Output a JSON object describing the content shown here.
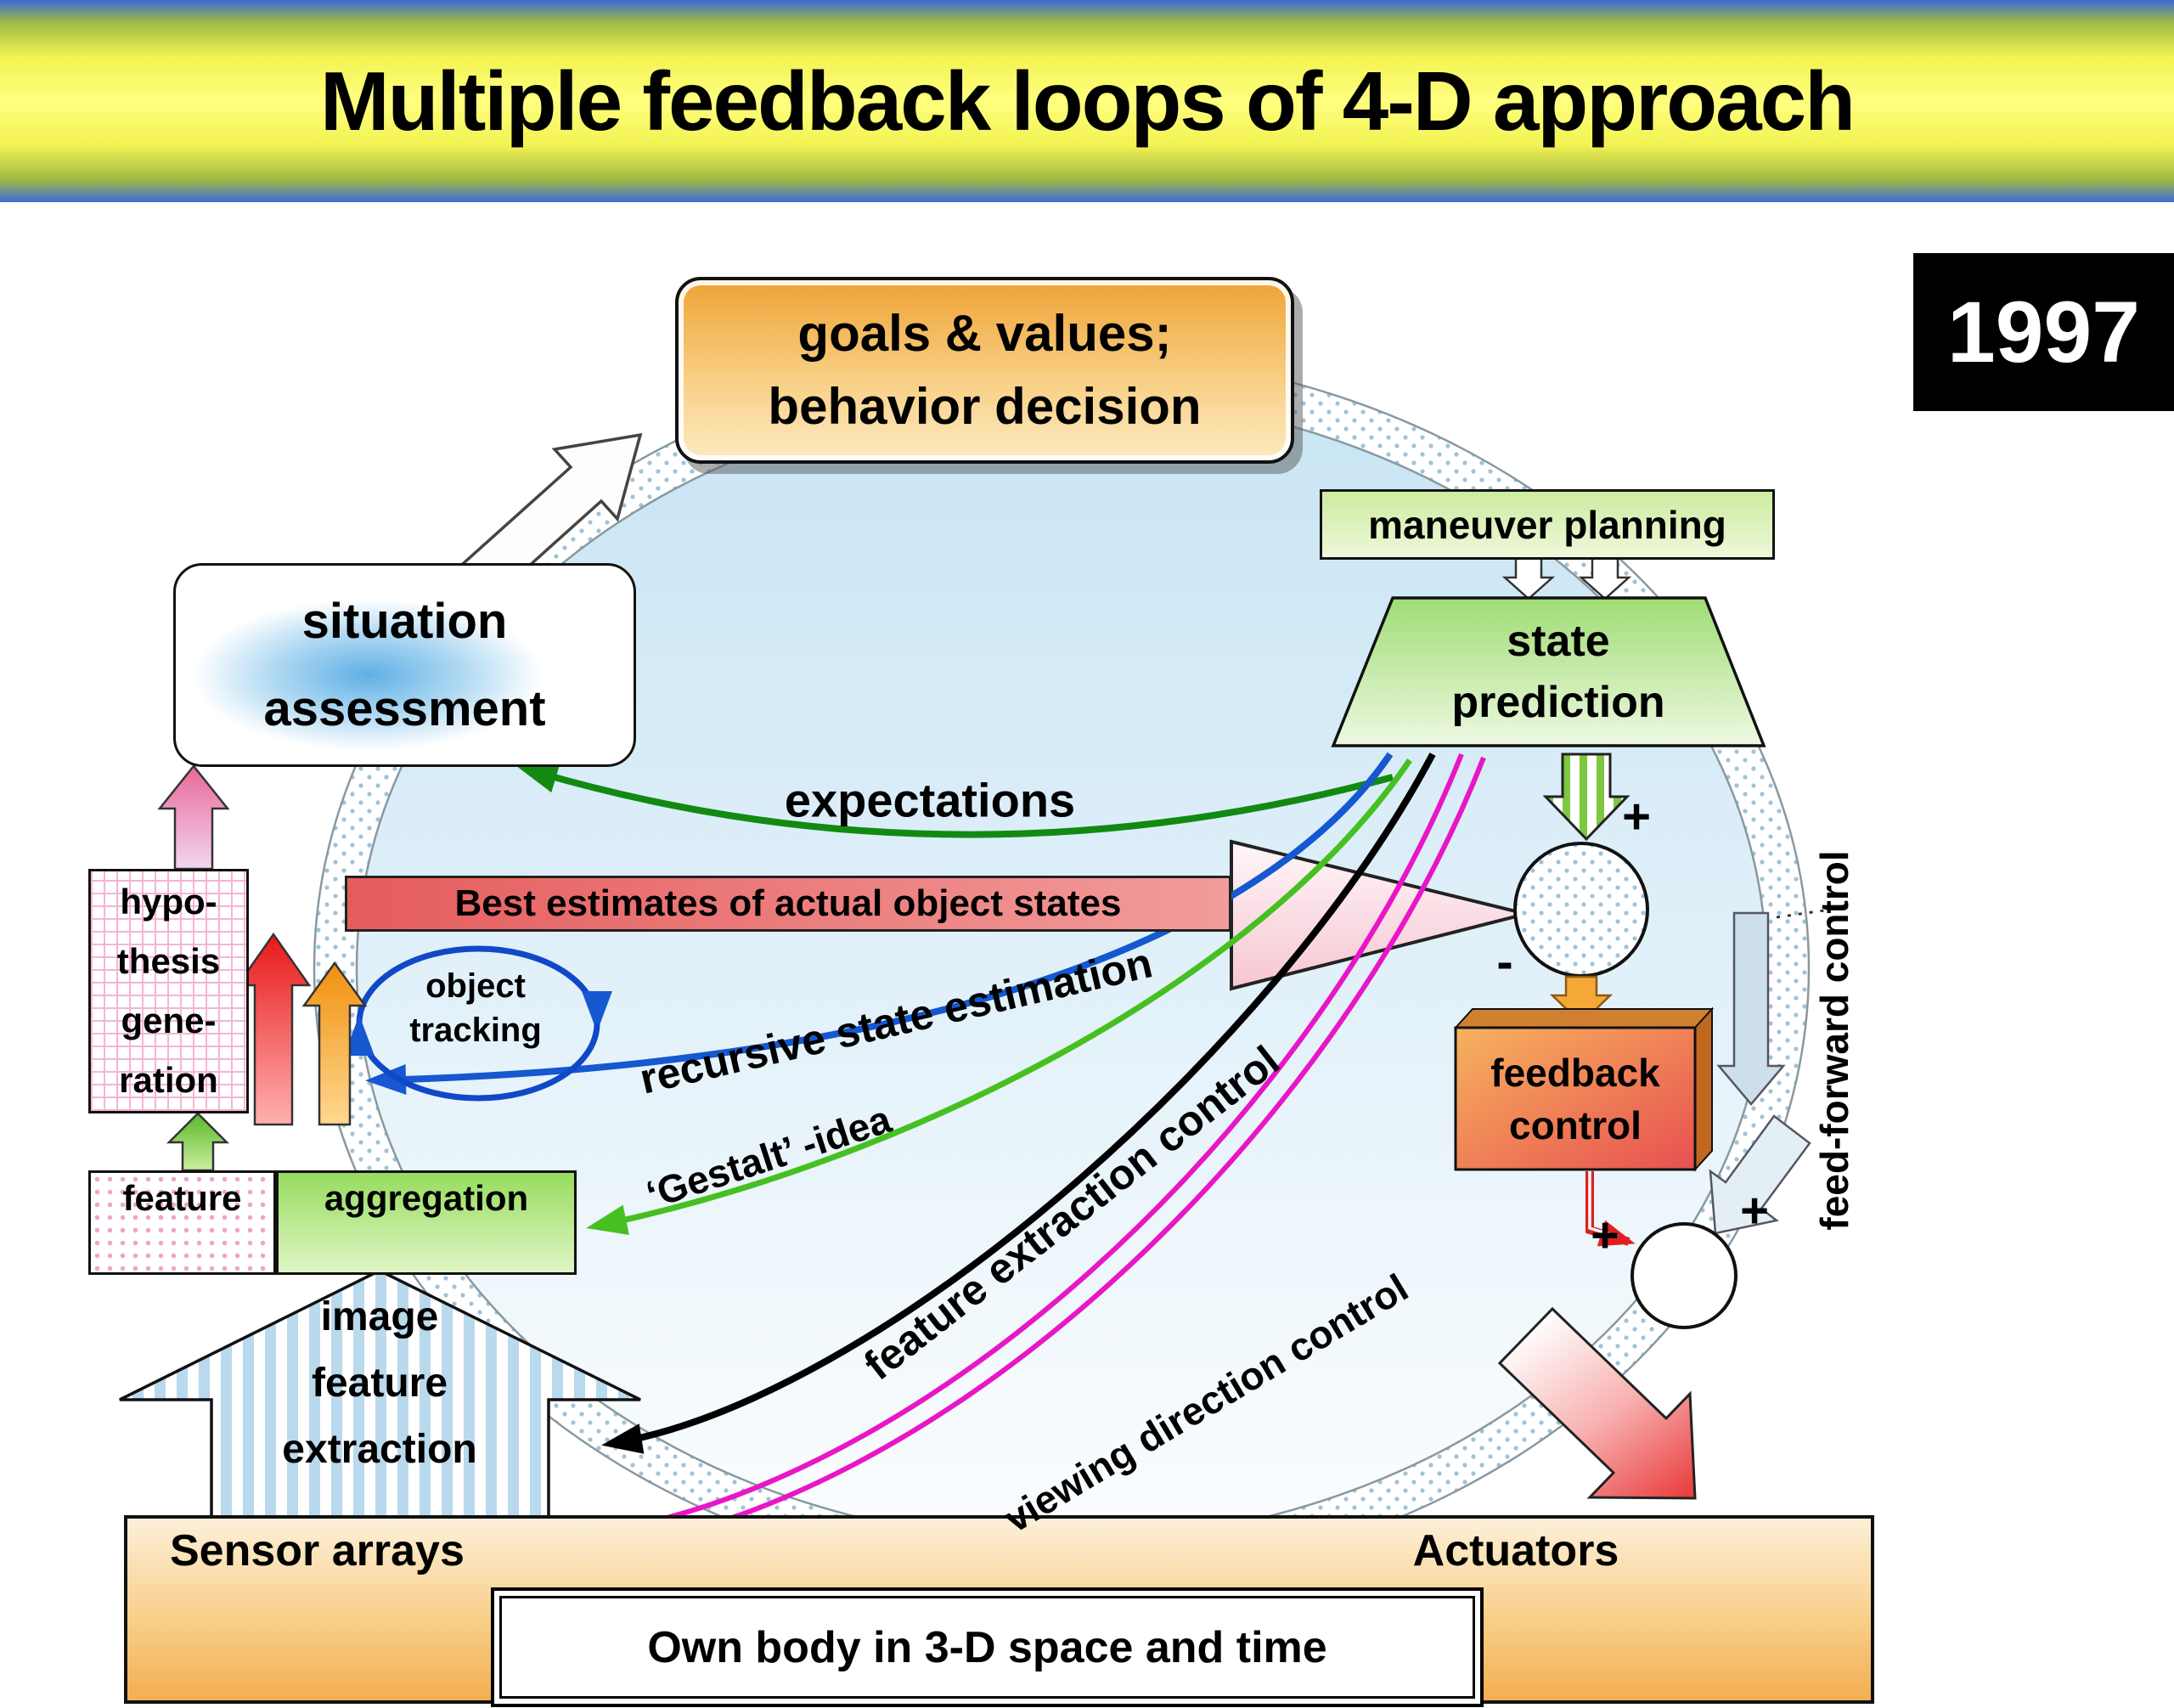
{
  "title": "Multiple feedback loops of 4-D approach",
  "year_badge": "1997",
  "boxes": {
    "goals": {
      "line1": "goals & values;",
      "line2": "behavior decision"
    },
    "maneuver": "maneuver planning",
    "state_prediction": {
      "line1": "state",
      "line2": "prediction"
    },
    "situation": {
      "line1": "situation",
      "line2": "assessment"
    },
    "hypothesis": {
      "line1": "hypo-",
      "line2": "thesis",
      "line3": "gene-",
      "line4": "ration"
    },
    "feature": "feature",
    "aggregation": "aggregation",
    "feedback_control": {
      "line1": "feedback",
      "line2": "control"
    },
    "image_feature_extraction": {
      "line1": "image",
      "line2": "feature",
      "line3": "extraction"
    },
    "own_body": "Own body in 3-D space and time"
  },
  "platform": {
    "sensor_arrays": "Sensor arrays",
    "actuators": "Actuators"
  },
  "flow_labels": {
    "expectations": "expectations",
    "best_estimates": "Best estimates of actual object states",
    "object_tracking_1": "object",
    "object_tracking_2": "tracking",
    "recursive": "recursive state estimation",
    "gestalt": "‘Gestalt’ -idea",
    "feature_extraction_control": "feature extraction control",
    "viewing_direction_control": "viewing  direction  control",
    "feed_forward": "feed-forward control"
  },
  "signs": {
    "plus_top": "+",
    "minus_top": "-",
    "plus_mid": "+",
    "plus_right": "+"
  },
  "colors": {
    "expectations_green": "#128a12",
    "recursive_blue": "#1558d0",
    "gestalt_green": "#46c020",
    "control_black": "#000000",
    "viewing_magenta": "#e816c6",
    "estimates_bar_red": "#e55c5c",
    "title_yellow": "#ffff80",
    "title_blue": "#3c6cd4"
  }
}
